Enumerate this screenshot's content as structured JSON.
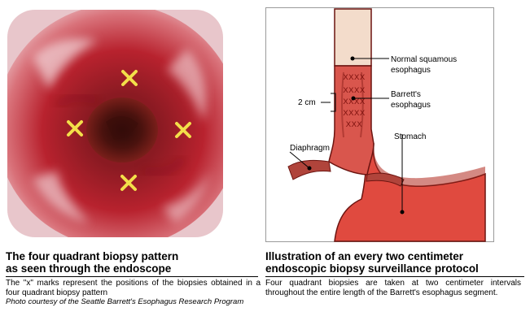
{
  "photo": {
    "marks": [
      "X",
      "X",
      "X",
      "X"
    ]
  },
  "diagram": {
    "labels": {
      "normal": [
        "Normal squamous",
        "esophagus"
      ],
      "barretts": [
        "Barrett's",
        "esophagus"
      ],
      "interval": "2 cm",
      "stomach": "Stomach",
      "diaphragm": "Diaphragm"
    },
    "biopsy_rows": [
      "XXXX",
      "XXXX",
      "XXXX",
      "XXXX",
      "XXX"
    ]
  },
  "captions": {
    "left": {
      "title_line1": "The four quadrant biopsy pattern",
      "title_line2": "as seen through the endoscope",
      "body": "The \"x\" marks represent the positions of the biopsies obtained in a four quadrant biopsy pattern",
      "credit": "Photo courtesy of the Seattle Barrett's Esophagus Research Program"
    },
    "right": {
      "title_line1": "Illustration of an every two centimeter",
      "title_line2": "endoscopic biopsy surveillance protocol",
      "body": "Four quadrant biopsies are taken at two centimeter intervals throughout the entire length of the Barrett's esophagus segment."
    }
  },
  "colors": {
    "tissue_red": "#b8222e",
    "mark_yellow": "#f3df4a",
    "normal_tissue": "#f3dccb",
    "barretts_tissue": "#d9564d",
    "stomach_red": "#e04a3f"
  }
}
